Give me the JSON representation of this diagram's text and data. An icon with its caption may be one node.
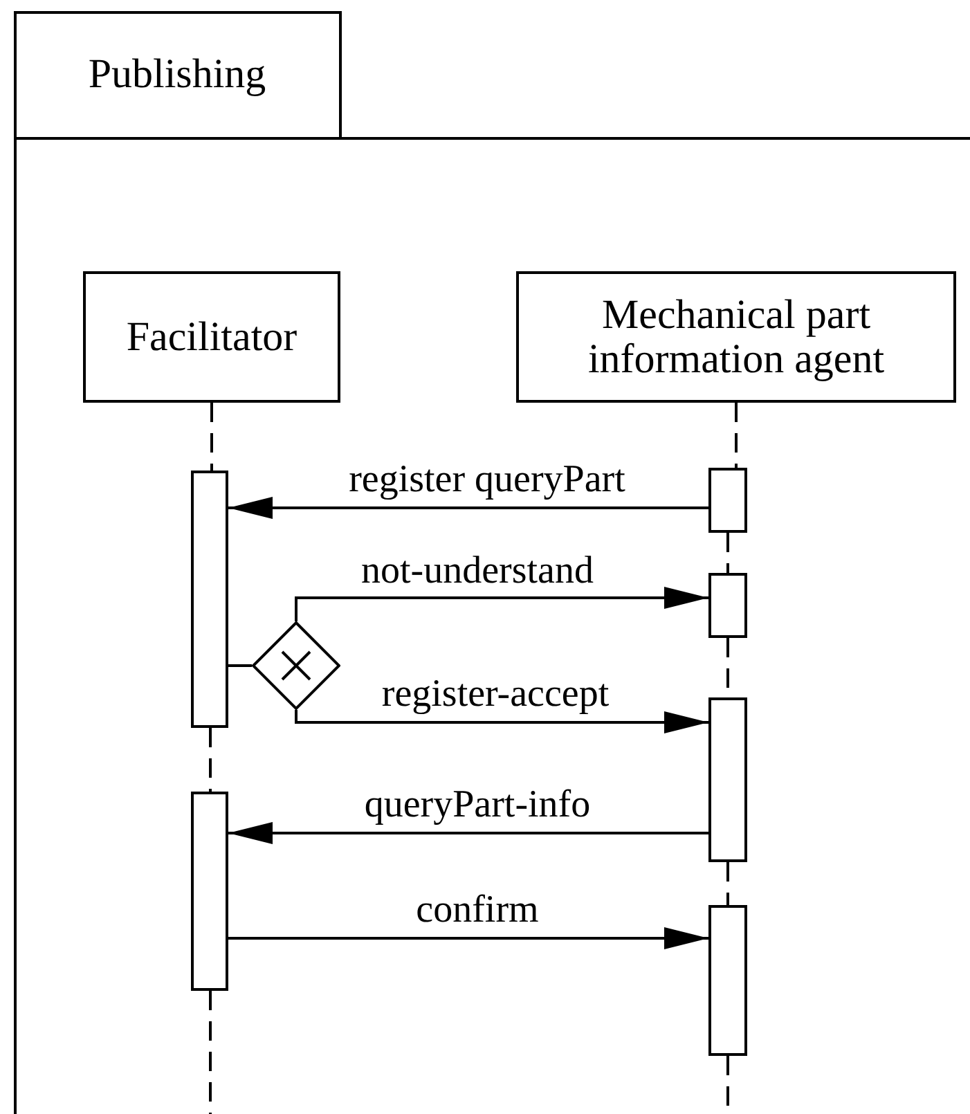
{
  "diagram": {
    "nodes": [
      {
        "text": [
          "Publishing"
        ]
      },
      {
        "text": [
          "Facilitator"
        ],
        "in": 0
      },
      {
        "text": [
          "Mechanical part information agent"
        ],
        "in": 0
      },
      {
        "text": [],
        "shape": "bar",
        "in": 0
      },
      {
        "text": [],
        "shape": "bar",
        "in": 0
      },
      {
        "text": [],
        "shape": "bar",
        "in": 0
      },
      {
        "text": [],
        "shape": "bar",
        "in": 0
      },
      {
        "text": [],
        "shape": "bar",
        "in": 0
      },
      {
        "text": [],
        "shape": "bar",
        "in": 0
      },
      {
        "text": [],
        "shape": "diamond",
        "in": 0
      }
    ],
    "edges": [
      {
        "from": 1,
        "to": 3,
        "arrow": "none",
        "style": "dashed"
      },
      {
        "from": 3,
        "to": 4,
        "arrow": "none",
        "style": "dashed"
      },
      {
        "from": 4,
        "to": null,
        "arrow": "none",
        "style": "dashed"
      },
      {
        "from": 2,
        "to": 5,
        "arrow": "none",
        "style": "dashed"
      },
      {
        "from": 5,
        "to": 6,
        "arrow": "none",
        "style": "dashed"
      },
      {
        "from": 6,
        "to": 7,
        "arrow": "none",
        "style": "dashed"
      },
      {
        "from": 7,
        "to": 8,
        "arrow": "none",
        "style": "dashed"
      },
      {
        "from": 8,
        "to": null,
        "arrow": "none",
        "style": "dashed"
      },
      {
        "from": 5,
        "to": 3,
        "arrow": "to",
        "label": "register queryPart"
      },
      {
        "from": 3,
        "to": 9,
        "arrow": "none"
      },
      {
        "from": 9,
        "to": 6,
        "arrow": "to",
        "label": "not-understand"
      },
      {
        "from": 9,
        "to": 7,
        "arrow": "to",
        "label": "register-accept"
      },
      {
        "from": 7,
        "to": 4,
        "arrow": "to",
        "label": "queryPart-info"
      },
      {
        "from": 4,
        "to": 8,
        "arrow": "to",
        "label": "confirm"
      }
    ]
  }
}
